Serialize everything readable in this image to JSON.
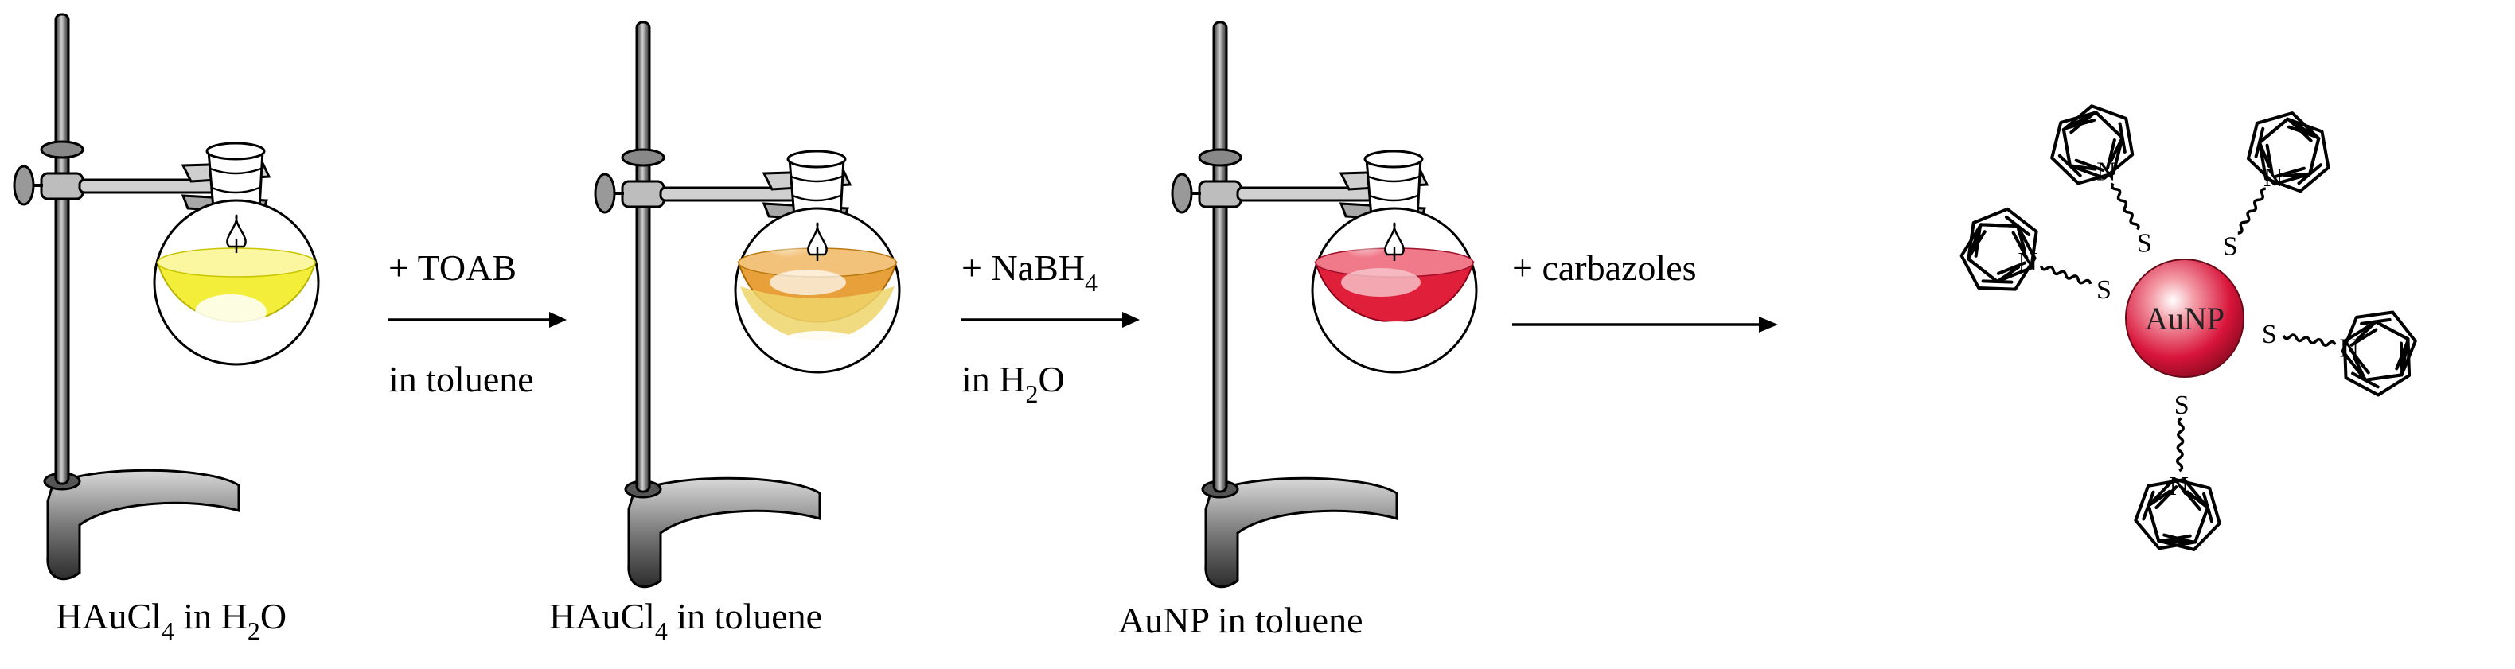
{
  "stages": [
    {
      "id": "stage-1",
      "label_main": "HAuCl",
      "label_sub": "4",
      "label_tail": " in H",
      "label_sub2": "2",
      "label_tail2": "O",
      "liquid": "yellow"
    },
    {
      "id": "stage-2",
      "label_main": "HAuCl",
      "label_sub": "4",
      "label_tail": " in toluene",
      "label_sub2": "",
      "label_tail2": "",
      "liquid": "orange"
    },
    {
      "id": "stage-3",
      "label_main": "AuNP in toluene",
      "label_sub": "",
      "label_tail": "",
      "label_sub2": "",
      "label_tail2": "",
      "liquid": "red"
    }
  ],
  "steps": [
    {
      "above_main": "+ TOAB",
      "above_sub": "",
      "below_main": "in toluene",
      "below_sub": "",
      "below_tail": ""
    },
    {
      "above_main": "+ NaBH",
      "above_sub": "4",
      "below_main": "in H",
      "below_sub": "2",
      "below_tail": "O"
    },
    {
      "above_main": "+ carbazoles",
      "above_sub": "",
      "below_main": "",
      "below_sub": "",
      "below_tail": ""
    }
  ],
  "nanoparticle": {
    "label": "AuNP",
    "ligand_atom_s": "S",
    "ligand_atom_n": "N",
    "ligand_count": 5
  },
  "colors": {
    "yellow": "#f2ee3a",
    "orange": "#e8a13a",
    "red": "#e0203a",
    "metal_dark": "#3d3d3d",
    "metal_light": "#d8d8d8"
  }
}
